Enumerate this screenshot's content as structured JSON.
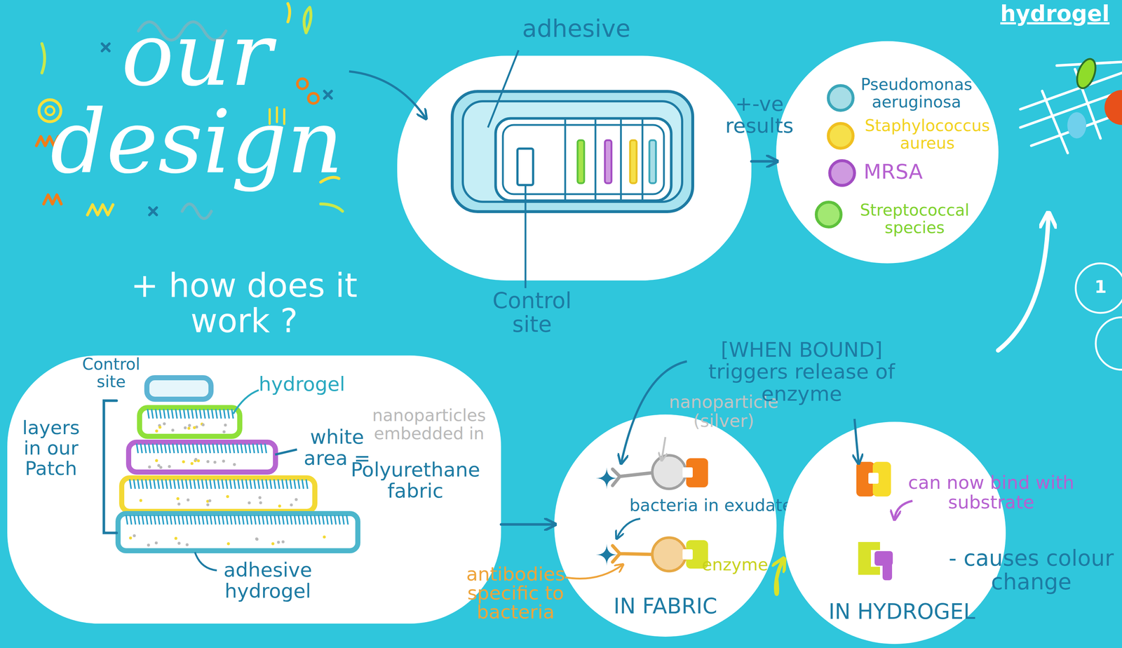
{
  "diagram": {
    "title": "our design",
    "nodes": [
      {
        "text": [
          "adhesive",
          "Control site"
        ]
      },
      {
        "text": [
          "Pseudomonas aeruginosa",
          "Staphylococcus aureus",
          "MRSA",
          "Streptococcal species"
        ]
      },
      {
        "text": [
          "Control site",
          "hydrogel",
          "layers in our Patch",
          "white area =",
          "nanoparticles embedded in",
          "Polyurethane fabric",
          "adhesive hydrogel"
        ]
      },
      {
        "text": [
          "nanoparticle (silver)",
          "bacteria in exudate",
          "enzyme",
          "IN FABRIC"
        ]
      },
      {
        "text": [
          "can now bind with substrate",
          "IN HYDROGEL"
        ]
      }
    ],
    "edges": [
      {
        "from": 0,
        "to": 1,
        "arrow": "to",
        "label": "+-ve results"
      },
      {
        "from": 2,
        "to": 3,
        "arrow": "to"
      },
      {
        "from": 3,
        "to": 4,
        "arrow": "to"
      }
    ],
    "labels": [
      "+ how does it work ?",
      "[WHEN BOUND] triggers release of enzyme",
      "antibodies specific to bacteria",
      "- causes colour change",
      "hydrogel",
      "1"
    ]
  }
}
